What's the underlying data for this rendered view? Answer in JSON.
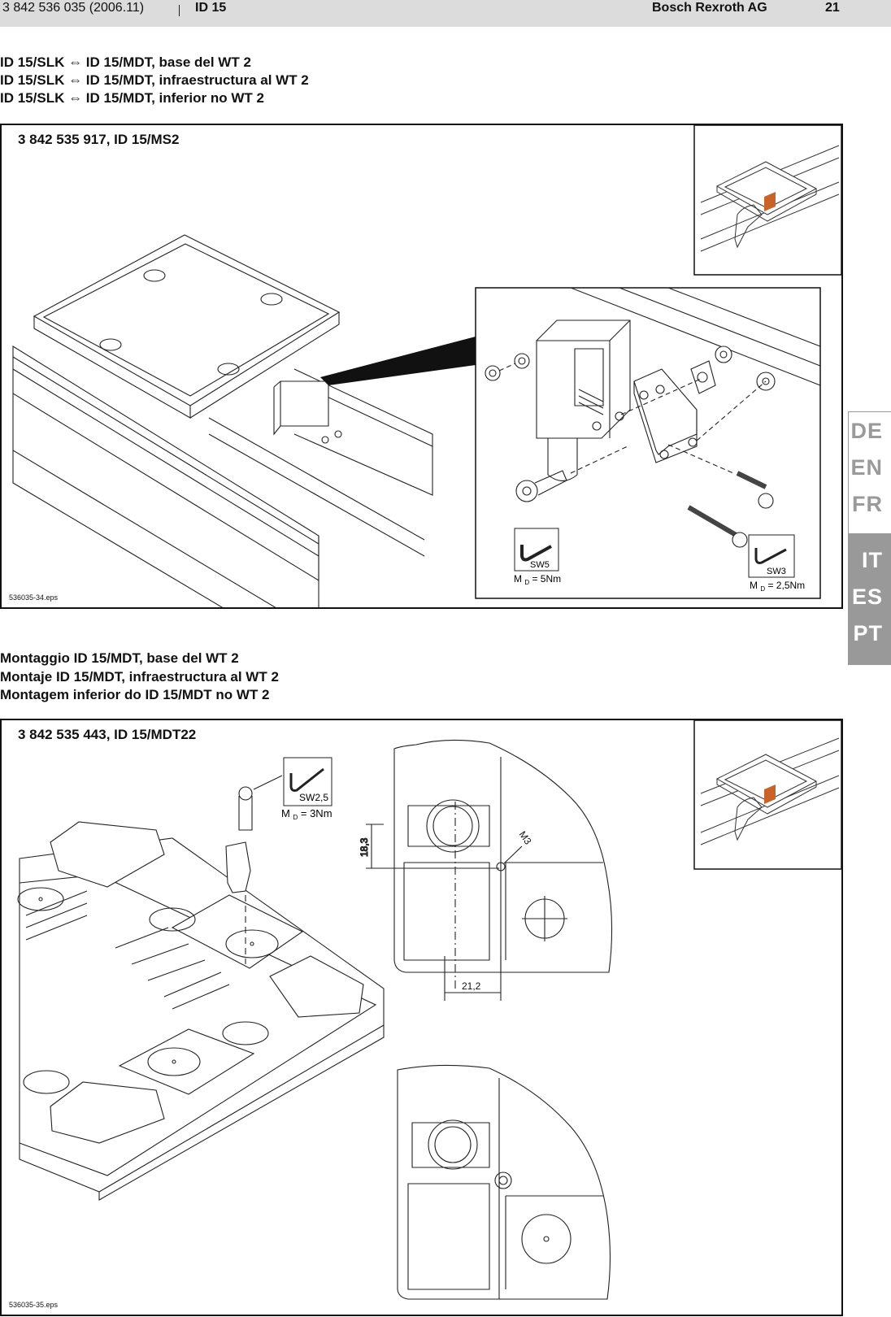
{
  "header": {
    "doc_number": "3 842 536 035 (2006.11)",
    "product": "ID 15",
    "company": "Bosch Rexroth AG",
    "page": "21"
  },
  "section1": {
    "lines": [
      "ID 15/SLK ⇔ ID 15/MDT, base del WT 2",
      "ID 15/SLK ⇔ ID 15/MDT, infraestructura al WT 2",
      "ID 15/SLK ⇔ ID 15/MDT, inferior no WT 2"
    ],
    "figure": {
      "title": "3 842 535 917, ID 15/MS2",
      "file": "536035-34.eps",
      "tool1": {
        "size": "SW5",
        "torque_label": "M",
        "torque_sub": "D",
        "torque_value": "= 5Nm"
      },
      "tool2": {
        "size": "SW3",
        "torque_label": "M",
        "torque_sub": "D",
        "torque_value": "= 2,5Nm"
      }
    }
  },
  "section2": {
    "lines": [
      "Montaggio ID 15/MDT, base del WT 2",
      "Montaje ID 15/MDT, infraestructura al WT 2",
      "Montagem inferior do ID 15/MDT no WT 2"
    ],
    "figure": {
      "title": "3 842 535 443, ID 15/MDT22",
      "file": "536035-35.eps",
      "tool": {
        "size": "SW2,5",
        "torque_label": "M",
        "torque_sub": "D",
        "torque_value": "= 3Nm"
      },
      "dim_vertical": "18,3",
      "dim_horizontal": "21,2",
      "thread": "M3"
    }
  },
  "languages": {
    "inactive": [
      "DE",
      "EN",
      "FR"
    ],
    "active": [
      "IT",
      "ES",
      "PT"
    ]
  },
  "colors": {
    "header_bg": "#dcdcdc",
    "tab_active_bg": "#999999",
    "tab_inactive_text": "#9a9a9a"
  }
}
